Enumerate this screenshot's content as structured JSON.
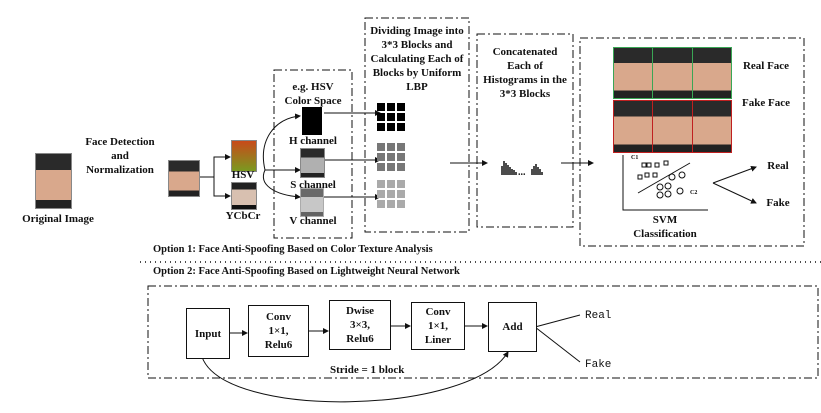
{
  "option1": {
    "title": "Option 1: Face Anti-Spoofing Based on Color Texture Analysis",
    "original_label": "Original Image",
    "detection_label": "Face Detection and Normalization",
    "hsv_label": "HSV",
    "ycbcr_label": "YCbCr",
    "color_space_title": "e.g. HSV Color Space",
    "channels": [
      "H channel",
      "S channel",
      "V channel"
    ],
    "lbp_title": "Dividing Image into 3*3 Blocks and Calculating Each of Blocks by Uniform LBP",
    "hist_title": "Concatenated Each of Histograms in the 3*3 Blocks",
    "real_face_label": "Real Face",
    "fake_face_label": "Fake Face",
    "svm_c1": "C1",
    "svm_c2": "C2",
    "svm_label": "SVM Classification",
    "out_real": "Real",
    "out_fake": "Fake",
    "colors": {
      "real_border": "#3aa655",
      "fake_border": "#c02020"
    }
  },
  "option2": {
    "title": "Option 2: Face Anti-Spoofing Based on Lightweight Neural Network",
    "blocks": [
      "Input",
      "Conv 1×1, Relu6",
      "Dwise 3×3, Relu6",
      "Conv 1×1, Liner",
      "Add"
    ],
    "stride_label": "Stride = 1 block",
    "out_real": "Real",
    "out_fake": "Fake"
  }
}
